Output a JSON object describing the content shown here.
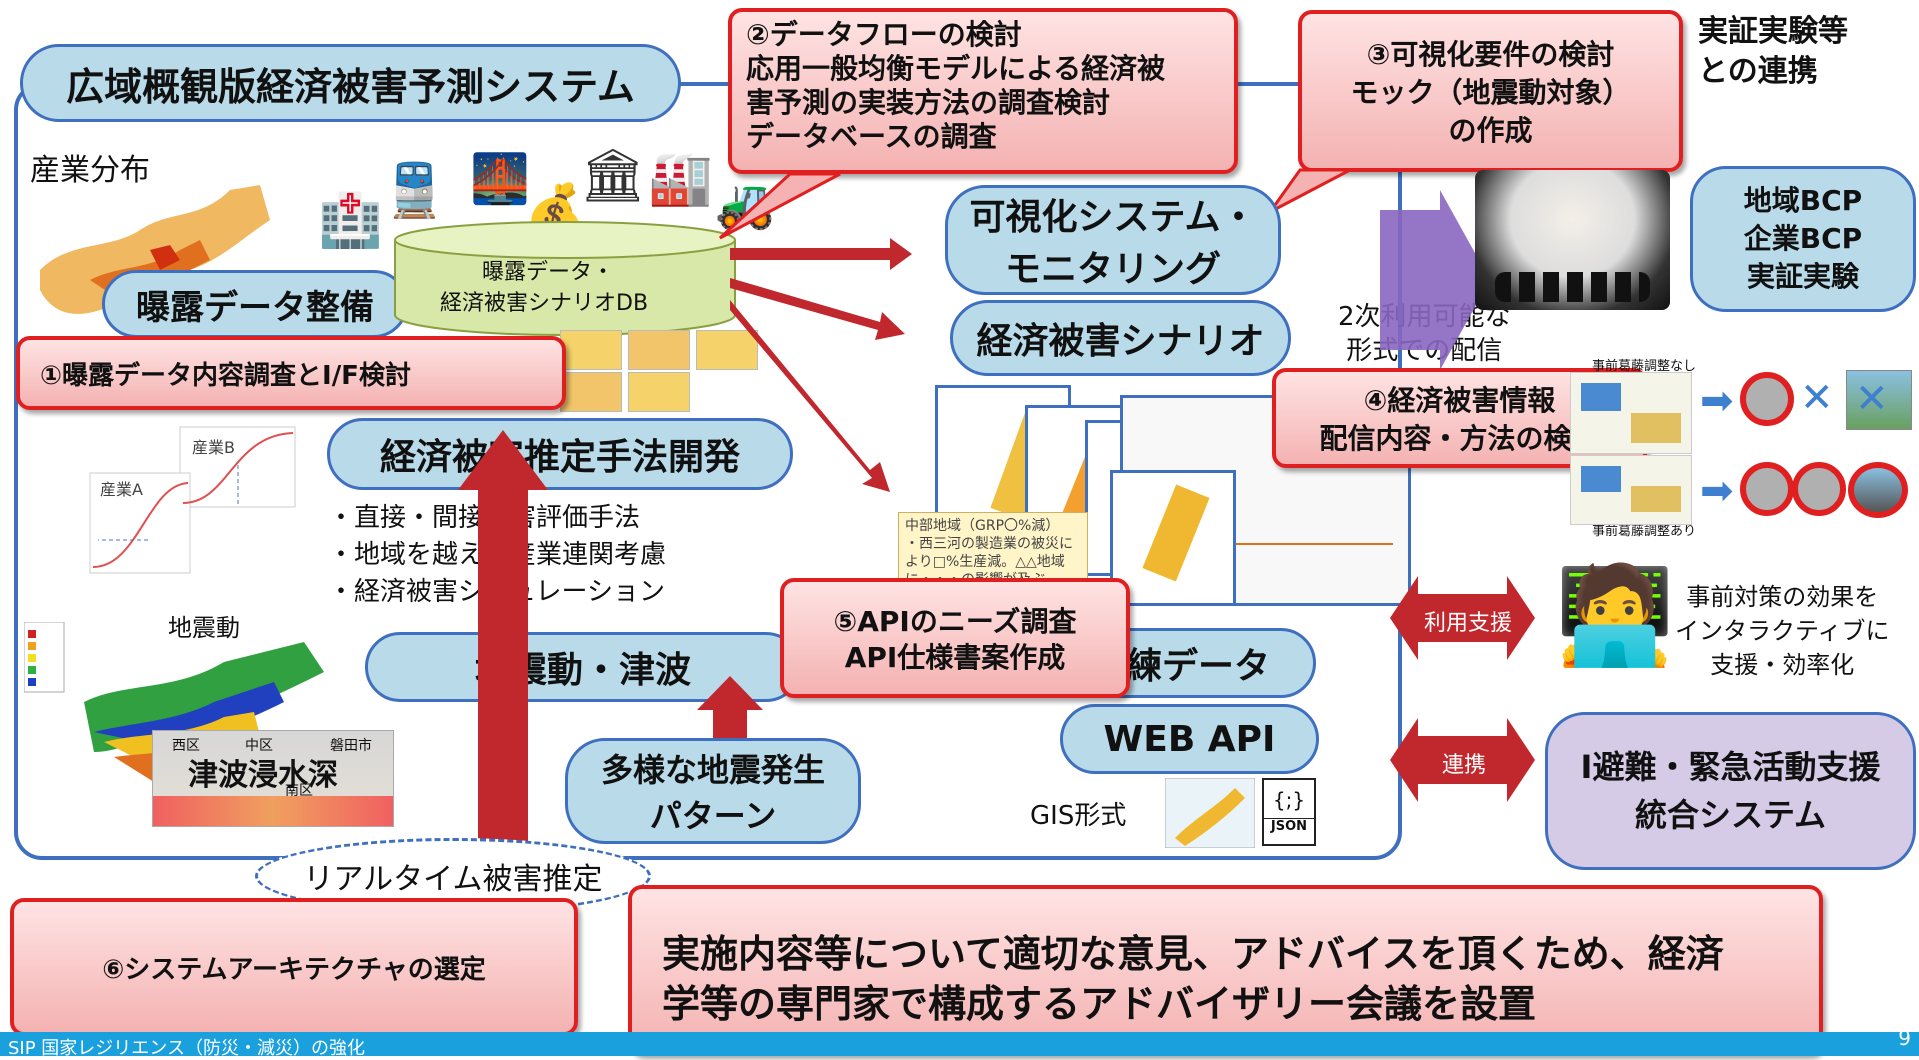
{
  "system_title": "広域概観版経済被害予測システム",
  "labels": {
    "industry_distribution": "産業分布",
    "exposure_maintenance": "曝露データ整備",
    "db_line1": "曝露データ・",
    "db_line2": "経済被害シナリオDB",
    "method_dev": "経済被害推定手法開発",
    "bullets": [
      "・直接・間接被害評価手法",
      "・地域を越えた産業連関考慮",
      "・経済被害シミュレーション"
    ],
    "quake_label": "地震動",
    "tsunami_depth": "津波浸水深",
    "quake_tsunami": "地震動・津波",
    "various_patterns_l1": "多様な地震発生",
    "various_patterns_l2": "パターン",
    "realtime": "リアルタイム被害推定",
    "visual_l1": "可視化システム・",
    "visual_l2": "モニタリング",
    "scenario": "経済被害シナリオ",
    "training_data": "練データ",
    "web_api": "WEB API",
    "gis": "GIS形式",
    "json": "JSON",
    "json_glyph": "{;}",
    "secondary_l1": "2次利用可能な",
    "secondary_l2": "形式での配信",
    "industry_a": "産業A",
    "industry_b": "産業B",
    "chubu_title": "中部地域（GRP〇%減）",
    "chubu_body": "・西三河の製造業の被災により□%生産減。△△地域に・・・の影響が及ぶ",
    "field_exp_l1": "実証実験等",
    "field_exp_l2": "との連携",
    "bcp_l1": "地域BCP",
    "bcp_l2": "企業BCP",
    "bcp_l3": "実証実験",
    "pre_adjust_none": "事前葛藤調整なし",
    "pre_adjust_yes": "事前葛藤調整あり",
    "use_support": "利用支援",
    "collab": "連携",
    "effect_l1": "事前対策の効果を",
    "effect_l2": "インタラクティブに",
    "effect_l3": "支援・効率化",
    "evac_l1": "Ⅰ避難・緊急活動支援",
    "evac_l2": "統合システム",
    "advisory_l1": "実施内容等について適切な意見、アドバイスを頂くため、経済",
    "advisory_l2": "学等の専門家で構成するアドバイザリー会議を設置",
    "map_districts": [
      "西区",
      "中区",
      "磐田市",
      "南区"
    ]
  },
  "tasks": {
    "t1": "①曝露データ内容調査とI/F検討",
    "t2_l1": "②データフローの検討",
    "t2_l2": "応用一般均衡モデルによる経済被",
    "t2_l3": "害予測の実装方法の調査検討",
    "t2_l4": "データベースの調査",
    "t3_l1": "③可視化要件の検討",
    "t3_l2": "モック（地震動対象）",
    "t3_l3": "の作成",
    "t4_l1": "④経済被害情報",
    "t4_l2": "配信内容・方法の検討",
    "t5_l1": "⑤APIのニーズ調査",
    "t5_l2": "API仕様書案作成",
    "t6": "⑥システムアーキテクチャの選定"
  },
  "footer": {
    "text": "SIP 国家レジリエンス（防災・減災）の強化",
    "page": "9"
  },
  "colors": {
    "frame_blue": "#3f6fbf",
    "pill_fill": "#b9dbe9",
    "task_red": "#e02020",
    "arrow_red": "#c0282d",
    "footer_blue": "#1aa0dc"
  }
}
